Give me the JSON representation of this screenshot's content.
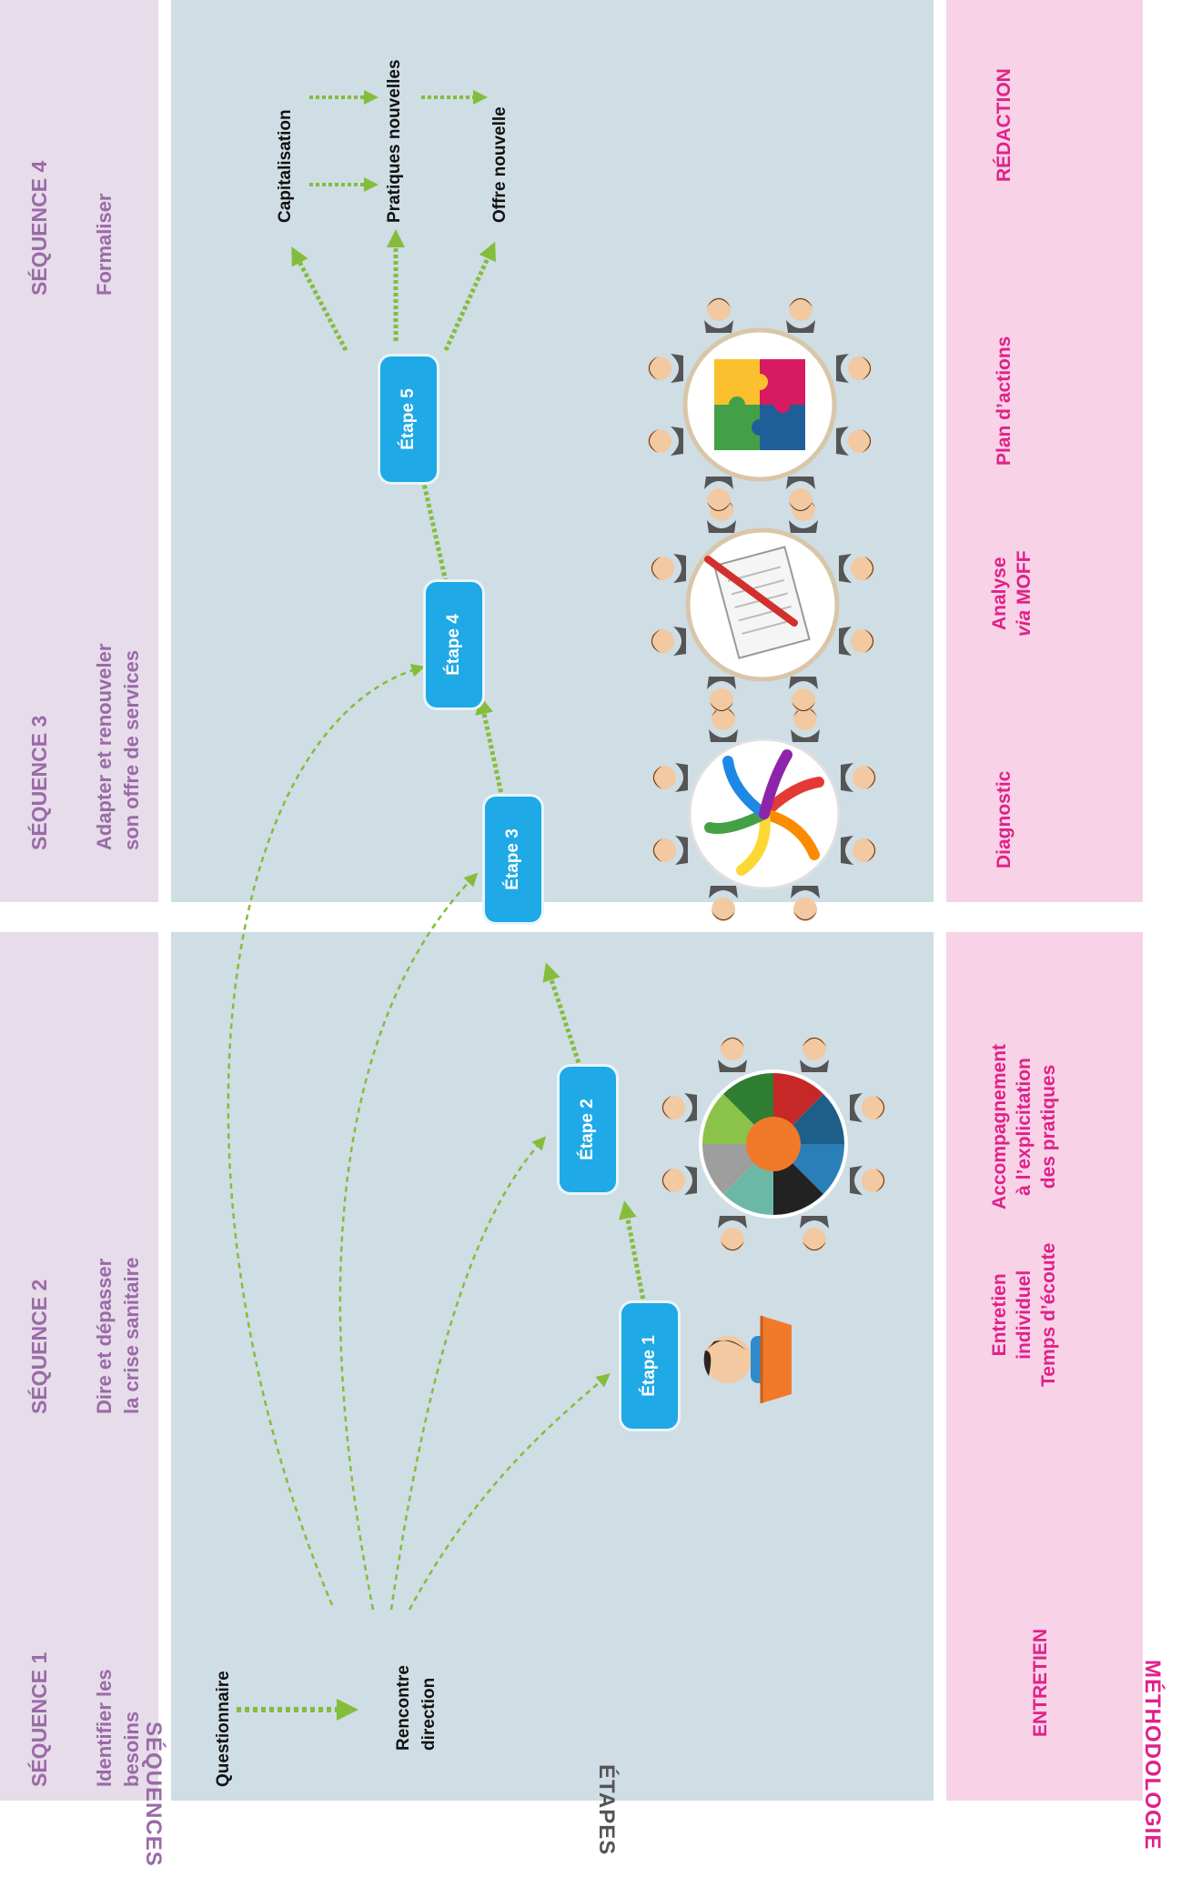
{
  "side_labels": {
    "sequences": "SÉQUENCES",
    "etapes": "ÉTAPES",
    "methodologie": "MÉTHODOLOGIE"
  },
  "sequences": [
    {
      "title": "SÉQUENCE 1",
      "line1": "Identifier les",
      "line2": "besoins"
    },
    {
      "title": "SÉQUENCE 2",
      "line1": "Dire et dépasser",
      "line2": "la crise sanitaire"
    },
    {
      "title": "SÉQUENCE 3",
      "line1": "Adapter et renouveler",
      "line2": "son offre de services"
    },
    {
      "title": "SÉQUENCE 4",
      "line1": "Formaliser",
      "line2": ""
    }
  ],
  "steps": [
    "Étape 1",
    "Étape 2",
    "Étape 3",
    "Étape 4",
    "Étape 5"
  ],
  "nodes": {
    "questionnaire": "Questionnaire",
    "rencontre_1": "Rencontre",
    "rencontre_2": "direction",
    "capitalisation": "Capitalisation",
    "pratiques_nouvelles": "Pratiques nouvelles",
    "offre_nouvelle": "Offre nouvelle"
  },
  "methodologie": {
    "entretien": "ENTRETIEN",
    "entretien_individuel_1": "Entretien",
    "entretien_individuel_2": "individuel",
    "temps_ecoute": "Temps d’écoute",
    "accompagnement_1": "Accompagnement",
    "accompagnement_2": "à l’explicitation",
    "accompagnement_3": "des pratiques",
    "diagnostic": "Diagnostic",
    "analyse_1": "Analyse",
    "analyse_via": "via",
    "analyse_moff": "MOFF",
    "plan_actions": "Plan d’actions",
    "redaction": "RÉDACTION"
  },
  "colors": {
    "sequence_band": "#e6dcea",
    "etapes_band": "#cfdde5",
    "methodologie_band": "#f8d2e6",
    "arrow": "#84bd3b",
    "etape_box": "#1fa9e6"
  },
  "icons": [
    "person-with-book-icon",
    "round-table-color-wheel-icon",
    "round-table-arrows-icon",
    "round-table-notebook-icon",
    "round-table-puzzle-icon"
  ]
}
